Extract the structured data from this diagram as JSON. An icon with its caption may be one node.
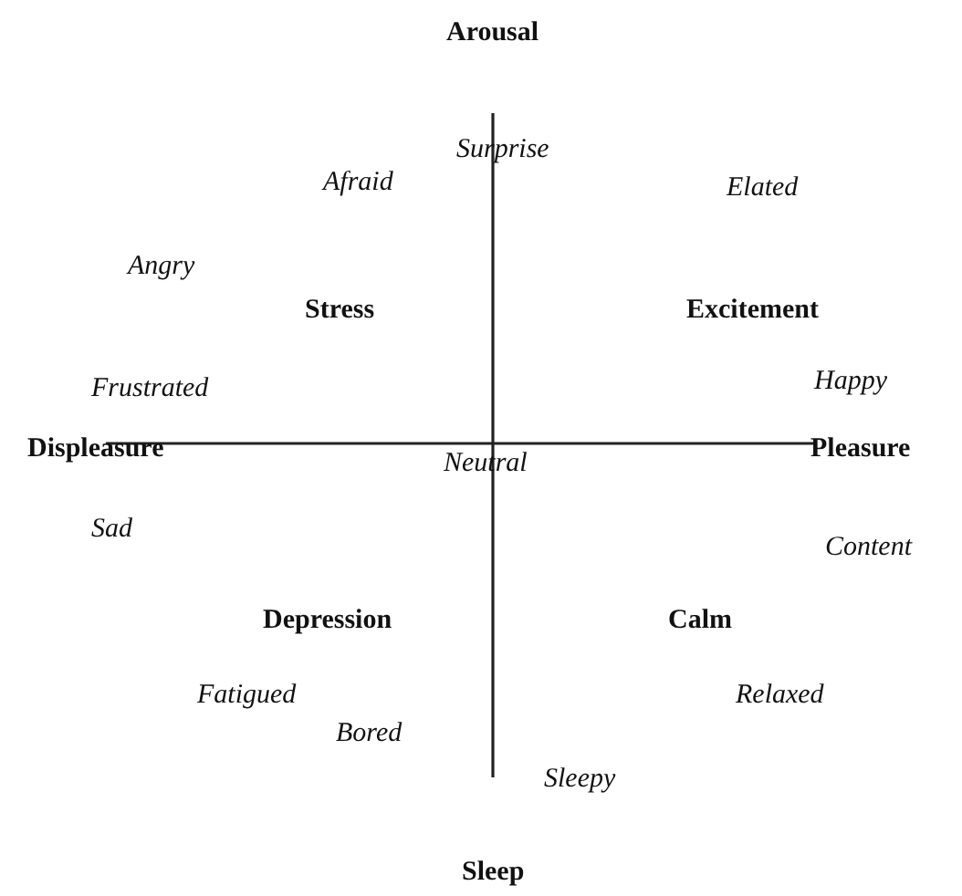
{
  "diagram": {
    "labels": [
      "Arousal",
      "Surprise",
      "Afraid",
      "Elated",
      "Angry",
      "Stress",
      "Excitement",
      "Frustrated",
      "Happy",
      "Displeasure",
      "Neutral",
      "Pleasure",
      "Sad",
      "Content",
      "Depression",
      "Calm",
      "Fatigued",
      "Relaxed",
      "Bored",
      "Sleepy",
      "Sleep"
    ]
  }
}
